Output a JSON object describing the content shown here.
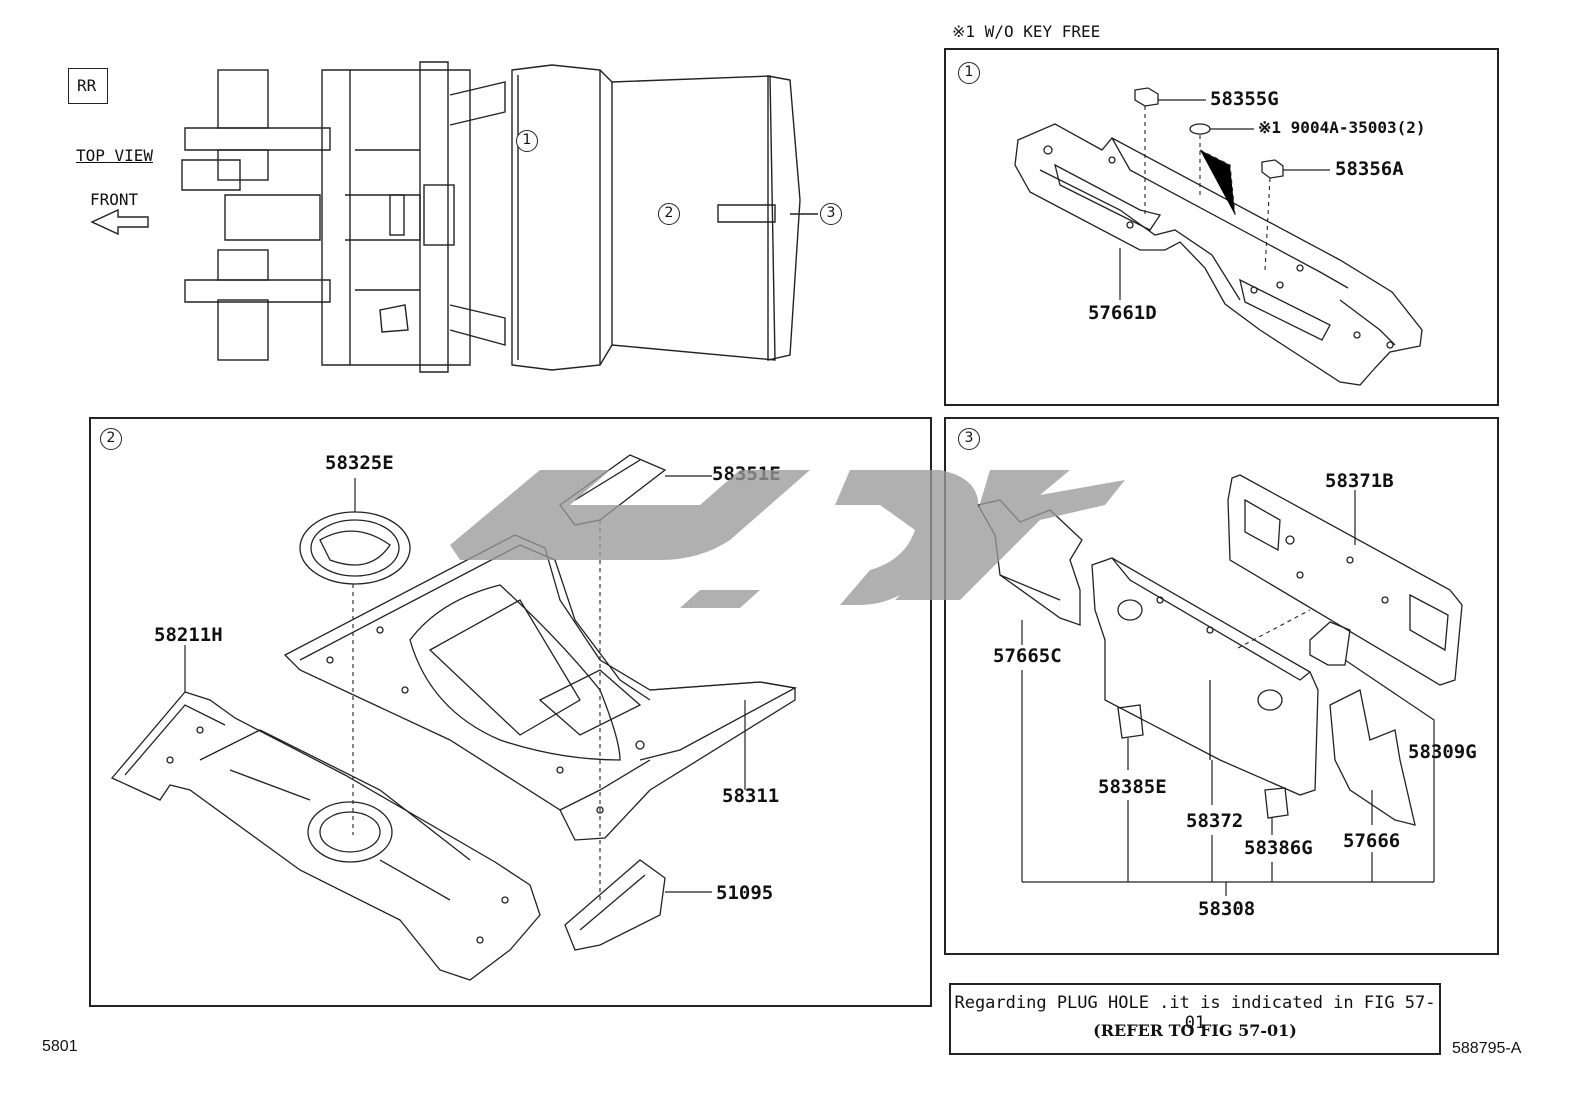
{
  "header": {
    "rr_label": "RR",
    "top_view": "TOP VIEW",
    "front": "FRONT",
    "footnote_header": "※1 W/O KEY FREE"
  },
  "callouts": {
    "one": "1",
    "two": "2",
    "three": "3"
  },
  "panel1": {
    "parts": {
      "p58355G": "58355G",
      "p9004A": "※1 9004A-35003(2)",
      "p58356A": "58356A",
      "p57661D": "57661D"
    }
  },
  "panel2": {
    "parts": {
      "p58325E": "58325E",
      "p58351E": "58351E",
      "p58211H": "58211H",
      "p58311": "58311",
      "p51095": "51095"
    }
  },
  "panel3": {
    "parts": {
      "p58371B": "58371B",
      "p57665C": "57665C",
      "p58309G": "58309G",
      "p58385E": "58385E",
      "p58372": "58372",
      "p58386G": "58386G",
      "p57666": "57666",
      "p58308": "58308"
    }
  },
  "note": {
    "line1": "Regarding PLUG HOLE .it is indicated in FIG 57-01",
    "line2": "(REFER TO FIG 57-01)"
  },
  "footer": {
    "page_code": "5801",
    "figure_code": "588795-A"
  },
  "icons": {
    "front_arrow": "left-arrow-icon",
    "watermark": "watermark-logo"
  }
}
